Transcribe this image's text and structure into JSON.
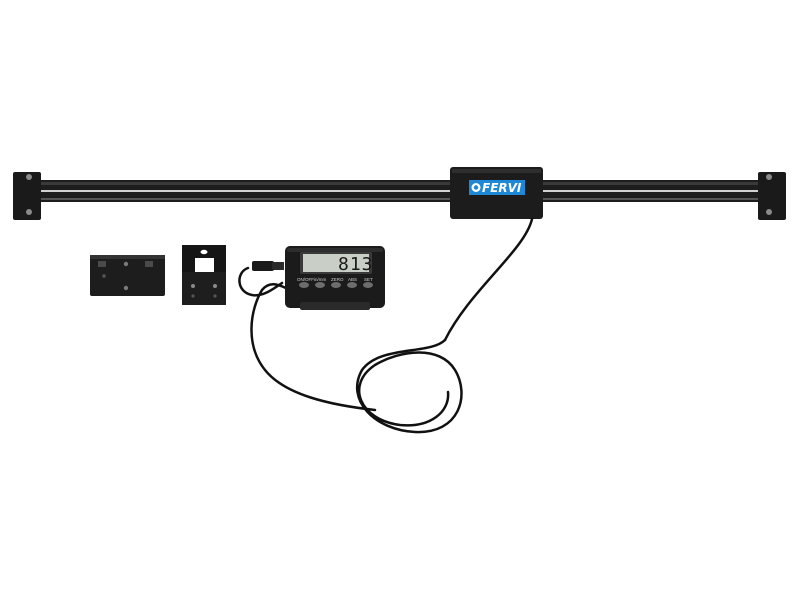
{
  "scene": {
    "description_free": true,
    "background_color": "#ffffff"
  },
  "scale": {
    "body_color": "#1d1d1d",
    "rail_highlight": "#e6e6e6"
  },
  "reader_head": {
    "brand": "FERVI",
    "brand_color": "#1e88d6",
    "body_color": "#1c1c1c"
  },
  "display_unit": {
    "lcd_value": "813",
    "lcd_color": "#c9cfc7",
    "buttons": [
      {
        "label": "ON/OFF"
      },
      {
        "label": "in/mm"
      },
      {
        "label": "ZERO"
      },
      {
        "label": "ABS"
      },
      {
        "label": "SET"
      }
    ]
  },
  "accessories": {
    "mount_plate_icon": "mounting-plate",
    "bracket_icon": "l-bracket"
  }
}
